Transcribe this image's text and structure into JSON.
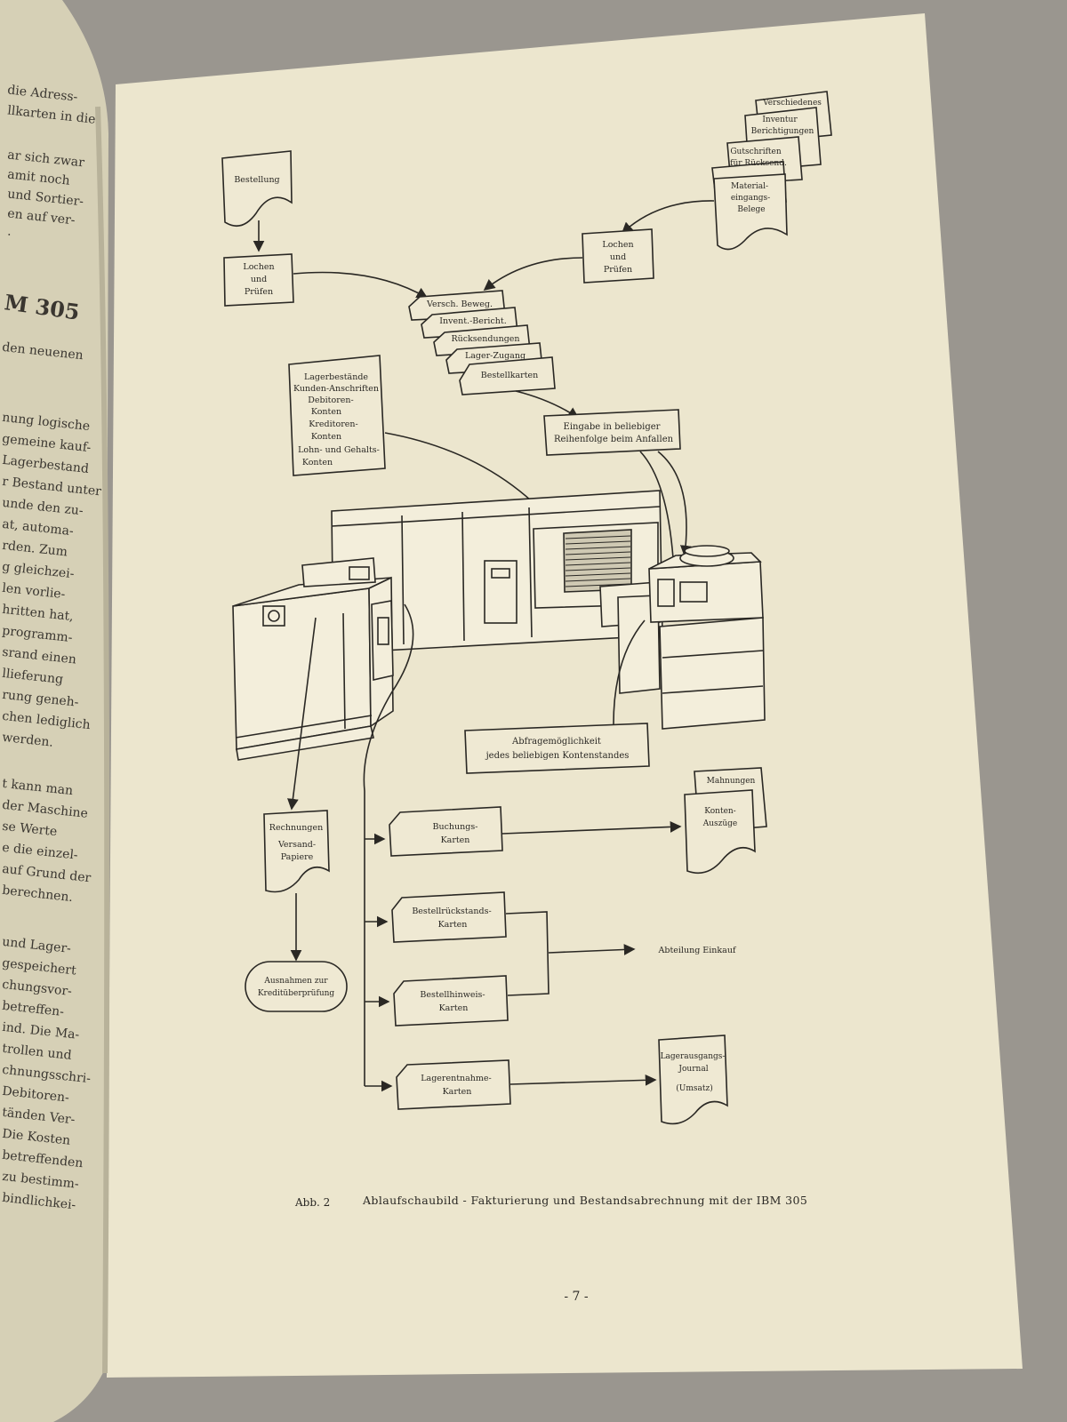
{
  "left_page": {
    "lines": [
      "die Adress-",
      "llkarten in die",
      "ar sich zwar",
      "amit noch",
      "und Sortier-",
      "en auf ver-",
      ".",
      "M 305",
      "den neuenen",
      "nung logische",
      "gemeine kauf-",
      "Lagerbestand",
      "r Bestand unter",
      "unde den zu-",
      "at, automa-",
      "rden. Zum",
      "g gleichzei-",
      "len vorlie-",
      "hritten hat,",
      "programm-",
      "srand einen",
      "llieferung",
      "rung geneh-",
      "chen lediglich",
      "werden.",
      "t kann man",
      "der Maschine",
      "se Werte",
      "e die einzel-",
      "auf Grund der",
      "berechnen.",
      "und Lager-",
      "gespeichert",
      "chungsvor-",
      "betreffen-",
      "ind. Die Ma-",
      "trollen und",
      "chnungsschri-",
      "Debitoren-",
      "tänden Ver-",
      "Die Kosten",
      "betreffenden",
      "zu bestimm-",
      "bindlichkei-"
    ]
  },
  "diagram": {
    "doc_bestellung": "Bestellung",
    "proc_lochen_left": [
      "Lochen",
      "und",
      "Prüfen"
    ],
    "proc_lochen_right": [
      "Lochen",
      "und",
      "Prüfen"
    ],
    "stack_right_docs": [
      "Verschiedenes",
      "Inventur",
      "Berichtigungen",
      "Gutschriften",
      "für Rücksend.",
      "Material-",
      "eingangs-",
      "Belege"
    ],
    "stack_cards": [
      "Versch. Beweg.",
      "Invent.-Bericht.",
      "Rücksendungen",
      "Lager-Zugang",
      "Bestellkarten"
    ],
    "storage_box": [
      "Lagerbestände",
      "Kunden-Anschriften",
      "Debitoren-",
      "Konten",
      "Kreditoren-",
      "Konten",
      "Lohn- und Gehalts-",
      "Konten"
    ],
    "eingabe": [
      "Eingabe in beliebiger",
      "Reihenfolge beim Anfallen"
    ],
    "abfrage": [
      "Abfragemöglichkeit",
      "jedes beliebigen Kontenstandes"
    ],
    "rechnungen": [
      "Rechnungen",
      "Versand-",
      "Papiere"
    ],
    "ausnahmen": [
      "Ausnahmen zur",
      "Kreditüberprüfung"
    ],
    "buchungs": [
      "Buchungs-",
      "Karten"
    ],
    "bestellrueckstands": [
      "Bestellrückstands-",
      "Karten"
    ],
    "bestellhinweis": [
      "Bestellhinweis-",
      "Karten"
    ],
    "lagerentnahme": [
      "Lagerentnahme-",
      "Karten"
    ],
    "mahnungen": "Mahnungen",
    "konten_auszuege": [
      "Konten-",
      "Auszüge"
    ],
    "abteilung_einkauf": "Abteilung Einkauf",
    "lagerausgangs": [
      "Lagerausgangs-",
      "Journal",
      "(Umsatz)"
    ]
  },
  "caption": {
    "label": "Abb. 2",
    "text": "Ablaufschaubild - Fakturierung und Bestandsabrechnung mit der IBM 305"
  },
  "page_number": "- 7 -"
}
